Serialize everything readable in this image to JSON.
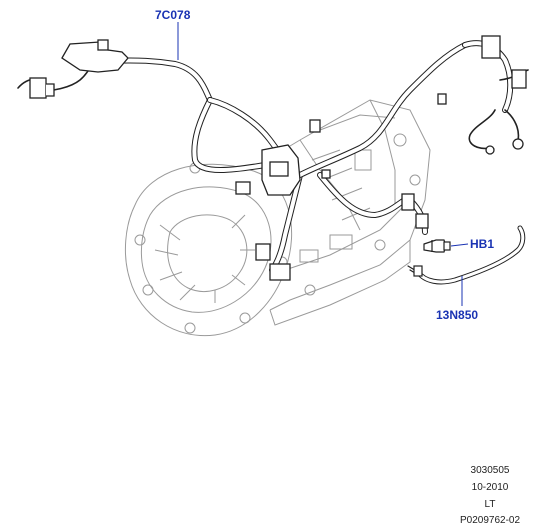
{
  "callouts": {
    "harness_main": "7C078",
    "sensor": "HB1",
    "vent_tube": "13N850"
  },
  "reference": {
    "line1": "3030505",
    "line2": "10-2010",
    "line3": "LT",
    "line4": "P0209762-02"
  },
  "colors": {
    "callout_text": "#1a33b3",
    "line_art": "#222222",
    "housing": "#9a9a9a"
  }
}
